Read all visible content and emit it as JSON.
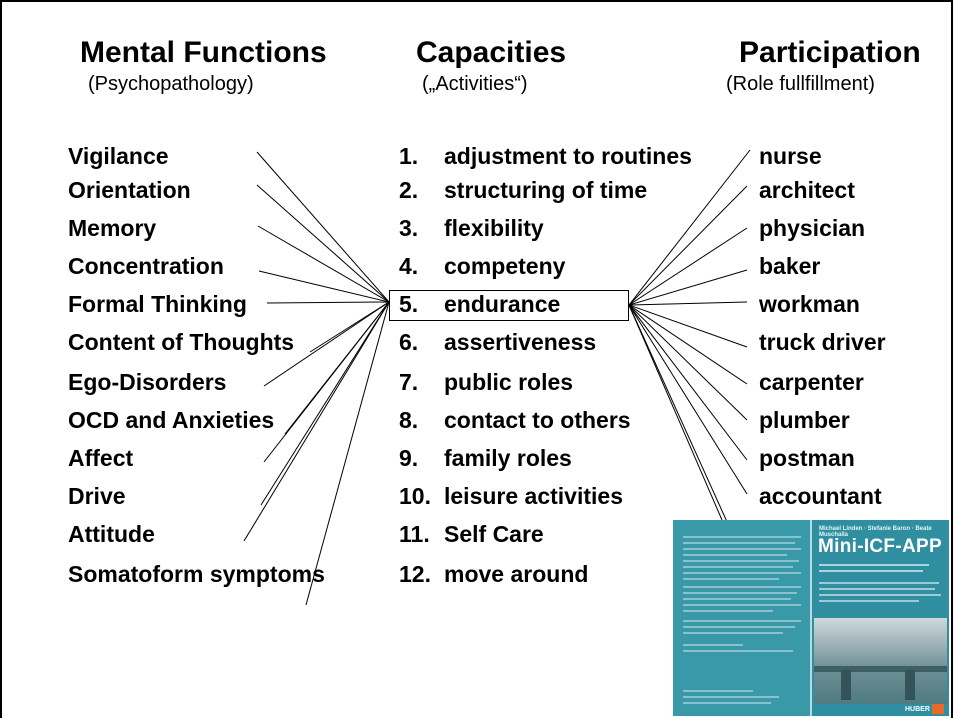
{
  "columns": {
    "left": {
      "title": "Mental Functions",
      "subtitle": "(Psychopathology)"
    },
    "middle": {
      "title": "Capacities",
      "subtitle": "(„Activities“)"
    },
    "right": {
      "title": "Participation",
      "subtitle": "(Role fullfillment)"
    }
  },
  "mental_functions": [
    "Vigilance",
    "Orientation",
    "Memory",
    "Concentration",
    "Formal Thinking",
    "Content of Thoughts",
    "Ego-Disorders",
    "OCD and Anxieties",
    "Affect",
    "Drive",
    "Attitude",
    "Somatoform symptoms"
  ],
  "capacities": [
    {
      "num": "1.",
      "label": "adjustment to routines"
    },
    {
      "num": "2.",
      "label": "structuring of time"
    },
    {
      "num": "3.",
      "label": "flexibility"
    },
    {
      "num": "4.",
      "label": "competeny"
    },
    {
      "num": "5.",
      "label": "endurance",
      "highlighted": true
    },
    {
      "num": "6.",
      "label": "assertiveness"
    },
    {
      "num": "7.",
      "label": "public roles"
    },
    {
      "num": "8.",
      "label": "contact to others"
    },
    {
      "num": "9.",
      "label": "family roles"
    },
    {
      "num": "10.",
      "label": "leisure activities"
    },
    {
      "num": "11.",
      "label": "Self Care"
    },
    {
      "num": "12.",
      "label": "move around"
    }
  ],
  "participation": [
    "nurse",
    "architect",
    "physician",
    "baker",
    "workman",
    "truck driver",
    "carpenter",
    "plumber",
    "postman",
    "accountant"
  ],
  "book_cover": {
    "authors": "Michael Linden · Stefanie Baron · Beate Muschalla",
    "title": "Mini-ICF-APP",
    "publisher": "HUBER"
  },
  "colors": {
    "cover_teal": "#2f8fa0",
    "publisher_orange": "#e7692a"
  }
}
